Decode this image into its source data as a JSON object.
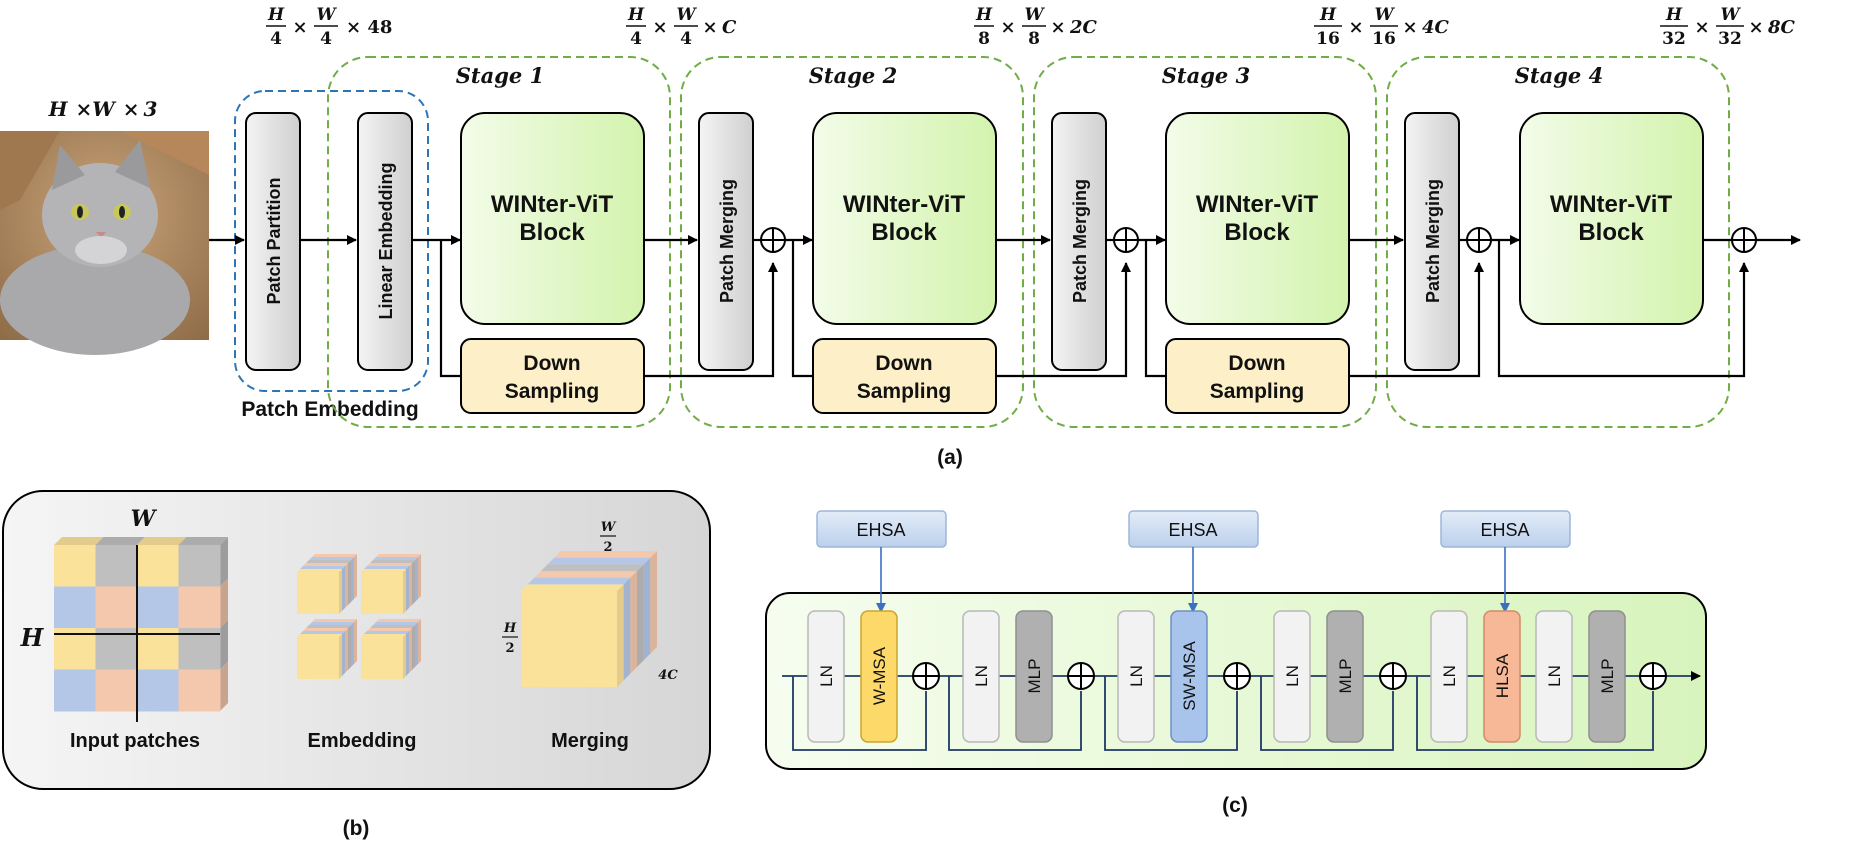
{
  "input_dim": {
    "h": "H",
    "w": "W",
    "c": "3"
  },
  "dims": [
    {
      "h_num": "H",
      "h_den": "4",
      "w_num": "W",
      "w_den": "4",
      "ch": "× 48"
    },
    {
      "h_num": "H",
      "h_den": "4",
      "w_num": "W",
      "w_den": "4",
      "ch": "C"
    },
    {
      "h_num": "H",
      "h_den": "8",
      "w_num": "W",
      "w_den": "8",
      "ch": "2C"
    },
    {
      "h_num": "H",
      "h_den": "16",
      "w_num": "W",
      "w_den": "16",
      "ch": "4C"
    },
    {
      "h_num": "H",
      "h_den": "32",
      "w_num": "W",
      "w_den": "32",
      "ch": "8C"
    }
  ],
  "stages": [
    "Stage 1",
    "Stage 2",
    "Stage 3",
    "Stage 4"
  ],
  "block": {
    "line1": "WINter-ViT",
    "line2": "Block"
  },
  "down": {
    "line1": "Down",
    "line2": "Sampling"
  },
  "patch_partition": "Patch Partition",
  "linear_embedding": "Linear Embedding",
  "patch_merging": "Patch Merging",
  "patch_embedding": "Patch Embedding",
  "captions": {
    "a": "(a)",
    "b": "(b)",
    "c": "(c)"
  },
  "panel_b": {
    "w": "W",
    "h": "H",
    "input": "Input patches",
    "embedding": "Embedding",
    "merging": "Merging",
    "w_num": "W",
    "w_den": "2",
    "h_num": "H",
    "h_den": "2",
    "ch": "4C"
  },
  "panel_c": {
    "ehsa": "EHSA",
    "boxes": [
      "LN",
      "W-MSA",
      "LN",
      "MLP",
      "LN",
      "SW-MSA",
      "LN",
      "MLP",
      "LN",
      "HLSA",
      "LN",
      "MLP"
    ]
  },
  "colors": {
    "block_green": "#d6f5b5",
    "down_yellow": "#fdf0c8",
    "gray_box": "#d8d8d8",
    "stage_border": "#70ad47",
    "embed_border": "#2e75b6",
    "patch_yellow": "#fbe29a",
    "patch_blue": "#b4c7e7",
    "patch_peach": "#f4c8ad",
    "patch_gray": "#bfbfbf",
    "wmsa": "#fdd96a",
    "swmsa": "#a9c4ec",
    "hlsa": "#f6b897",
    "mlp": "#b0b0b0",
    "ln": "#f2f2f2"
  }
}
